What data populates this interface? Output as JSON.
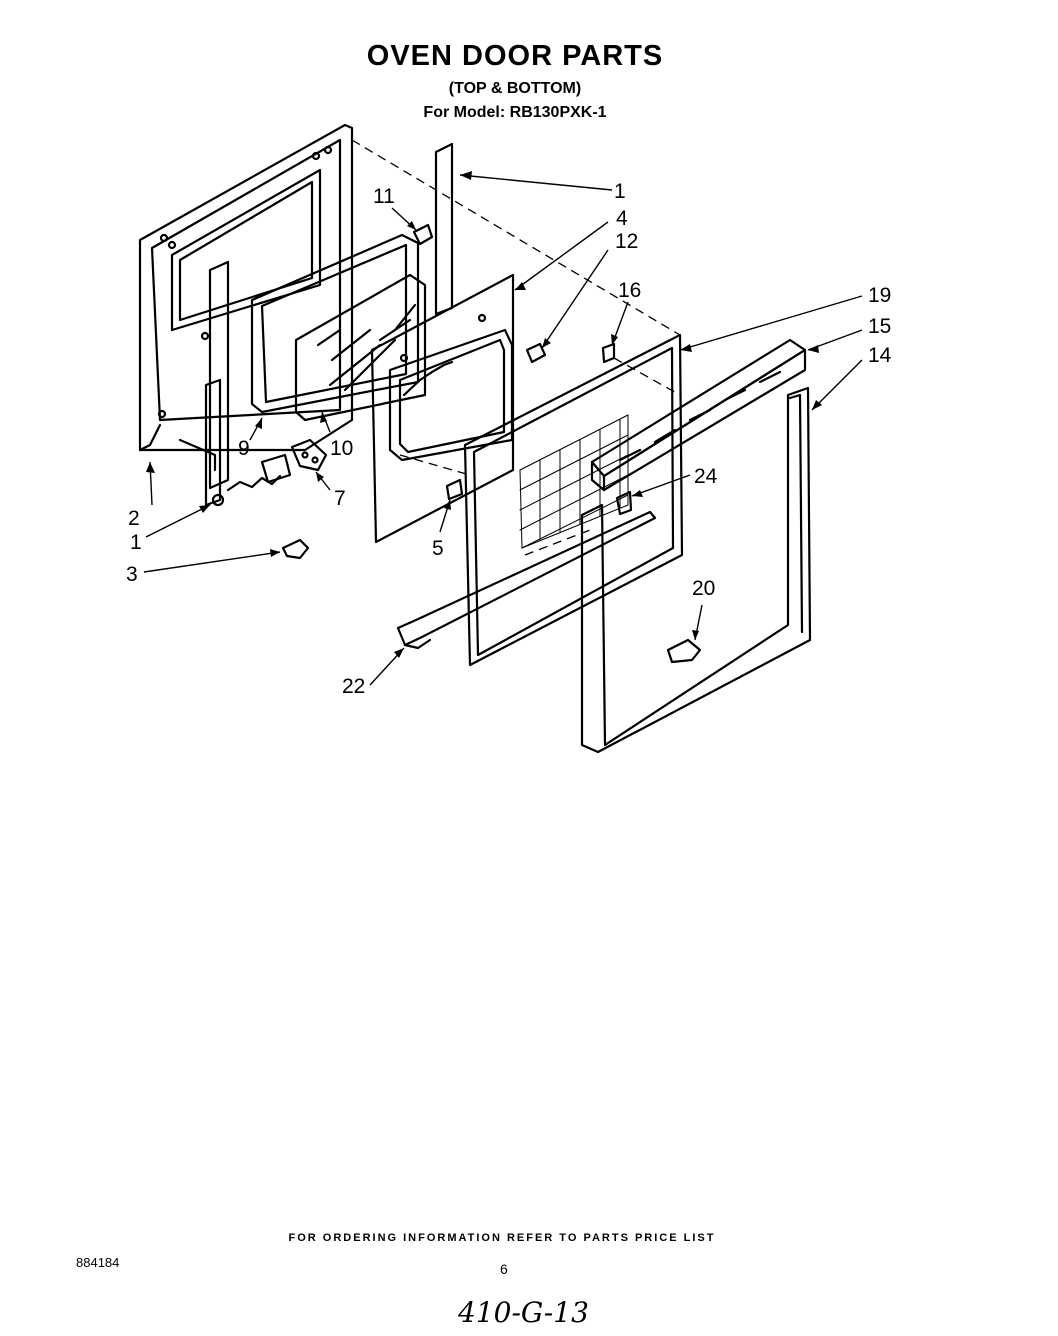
{
  "header": {
    "title": "OVEN DOOR PARTS",
    "subtitle": "(TOP & BOTTOM)",
    "model": "For Model: RB130PXK-1"
  },
  "callouts": [
    "1",
    "4",
    "11",
    "12",
    "16",
    "19",
    "15",
    "14",
    "2",
    "1",
    "9",
    "10",
    "7",
    "24",
    "5",
    "3",
    "20",
    "22"
  ],
  "footer": {
    "ordering_note": "FOR ORDERING INFORMATION REFER TO PARTS PRICE LIST",
    "doc_number": "884184",
    "page_number": "6",
    "handwritten_note": "410-G-13"
  }
}
